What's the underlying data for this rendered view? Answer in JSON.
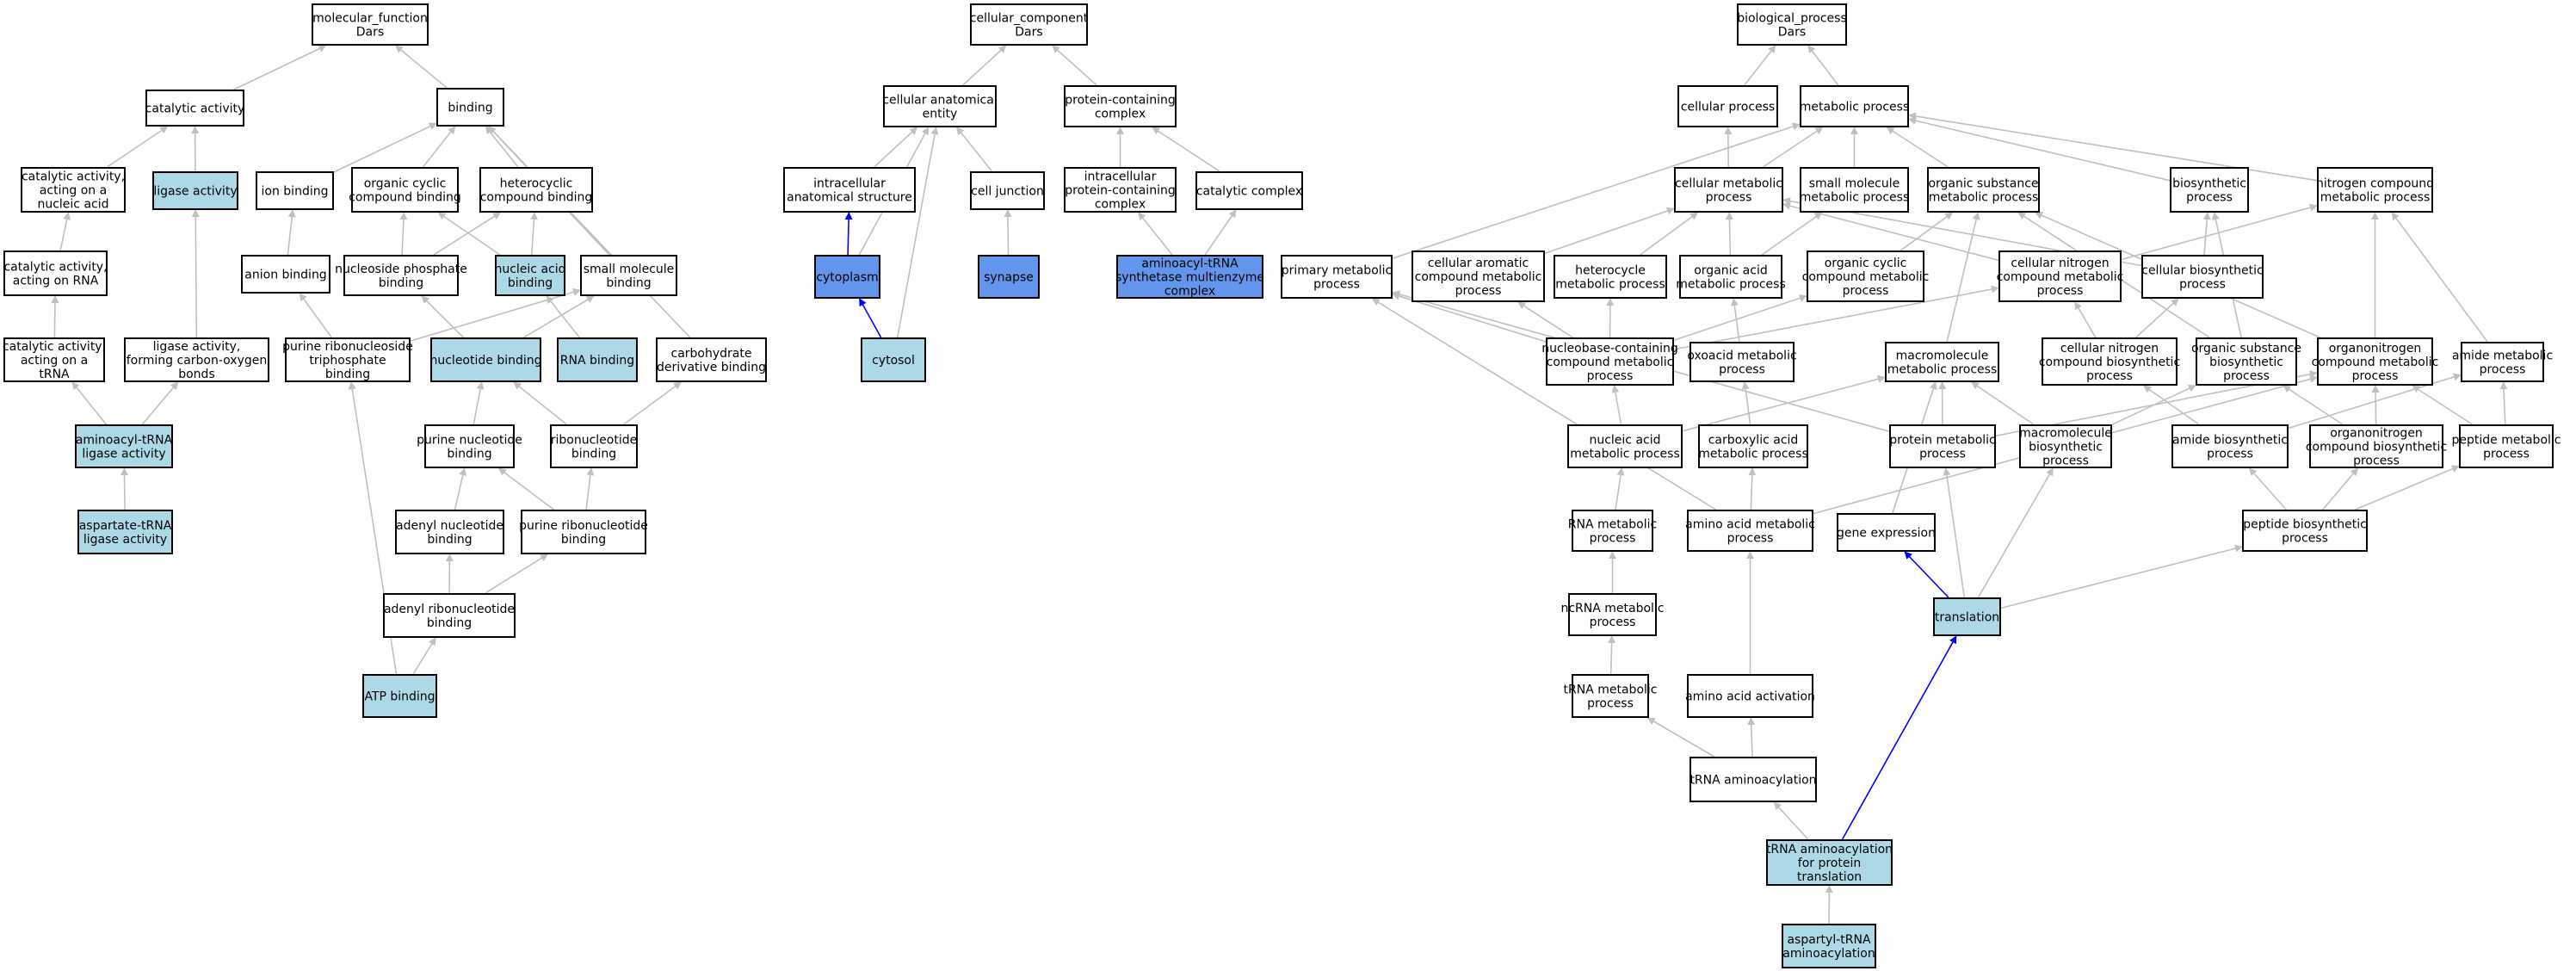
{
  "palette": {
    "plain": "#ffffff",
    "light": "#add8e6",
    "dark": "#6495ed",
    "edge": "#c0c0c0",
    "edge_strong": "#0000ff"
  },
  "nodes": [
    {
      "id": "mf",
      "lines": [
        "molecular_function",
        "Dars"
      ],
      "style": "plain"
    },
    {
      "id": "catalytic",
      "lines": [
        "catalytic activity"
      ],
      "style": "plain"
    },
    {
      "id": "binding",
      "lines": [
        "binding"
      ],
      "style": "plain"
    },
    {
      "id": "cat_nucleic",
      "lines": [
        "catalytic activity,",
        "acting on a",
        "nucleic acid"
      ],
      "style": "plain"
    },
    {
      "id": "ligase",
      "lines": [
        "ligase activity"
      ],
      "style": "light"
    },
    {
      "id": "ion_binding",
      "lines": [
        "ion binding"
      ],
      "style": "plain"
    },
    {
      "id": "organic_cyclic",
      "lines": [
        "organic cyclic",
        "compound binding"
      ],
      "style": "plain"
    },
    {
      "id": "heterocyclic",
      "lines": [
        "heterocyclic",
        "compound binding"
      ],
      "style": "plain"
    },
    {
      "id": "cat_rna",
      "lines": [
        "catalytic activity,",
        "acting on RNA"
      ],
      "style": "plain"
    },
    {
      "id": "anion",
      "lines": [
        "anion binding"
      ],
      "style": "plain"
    },
    {
      "id": "nucleoside_p",
      "lines": [
        "nucleoside phosphate",
        "binding"
      ],
      "style": "plain"
    },
    {
      "id": "nucleic_acid_b",
      "lines": [
        "nucleic acid",
        "binding"
      ],
      "style": "light"
    },
    {
      "id": "small_mol_b",
      "lines": [
        "small molecule",
        "binding"
      ],
      "style": "plain"
    },
    {
      "id": "cat_trna",
      "lines": [
        "catalytic activity,",
        "acting on a",
        "tRNA"
      ],
      "style": "plain"
    },
    {
      "id": "ligase_co",
      "lines": [
        "ligase activity,",
        "forming carbon-oxygen",
        "bonds"
      ],
      "style": "plain"
    },
    {
      "id": "purine_rnt",
      "lines": [
        "purine ribonucleoside",
        "triphosphate",
        "binding"
      ],
      "style": "plain"
    },
    {
      "id": "nucleotide_b",
      "lines": [
        "nucleotide binding"
      ],
      "style": "light"
    },
    {
      "id": "rna_binding",
      "lines": [
        "RNA binding"
      ],
      "style": "light"
    },
    {
      "id": "carb_deriv",
      "lines": [
        "carbohydrate",
        "derivative binding"
      ],
      "style": "plain"
    },
    {
      "id": "aatrna_ligase",
      "lines": [
        "aminoacyl-tRNA",
        "ligase activity"
      ],
      "style": "light"
    },
    {
      "id": "purine_nt",
      "lines": [
        "purine nucleotide",
        "binding"
      ],
      "style": "plain"
    },
    {
      "id": "ribonucleotide",
      "lines": [
        "ribonucleotide",
        "binding"
      ],
      "style": "plain"
    },
    {
      "id": "asp_trna_ligase",
      "lines": [
        "aspartate-tRNA",
        "ligase activity"
      ],
      "style": "light"
    },
    {
      "id": "adenyl_nt",
      "lines": [
        "adenyl nucleotide",
        "binding"
      ],
      "style": "plain"
    },
    {
      "id": "purine_ribo",
      "lines": [
        "purine ribonucleotide",
        "binding"
      ],
      "style": "plain"
    },
    {
      "id": "adenyl_ribo",
      "lines": [
        "adenyl ribonucleotide",
        "binding"
      ],
      "style": "plain"
    },
    {
      "id": "atp",
      "lines": [
        "ATP binding"
      ],
      "style": "light"
    },
    {
      "id": "cc",
      "lines": [
        "cellular_component",
        "Dars"
      ],
      "style": "plain"
    },
    {
      "id": "cae",
      "lines": [
        "cellular anatomical",
        "entity"
      ],
      "style": "plain"
    },
    {
      "id": "pcc",
      "lines": [
        "protein-containing",
        "complex"
      ],
      "style": "plain"
    },
    {
      "id": "ias",
      "lines": [
        "intracellular",
        "anatomical structure"
      ],
      "style": "plain"
    },
    {
      "id": "cell_junction",
      "lines": [
        "cell junction"
      ],
      "style": "plain"
    },
    {
      "id": "ipcc",
      "lines": [
        "intracellular",
        "protein-containing",
        "complex"
      ],
      "style": "plain"
    },
    {
      "id": "cat_complex",
      "lines": [
        "catalytic complex"
      ],
      "style": "plain"
    },
    {
      "id": "cytoplasm",
      "lines": [
        "cytoplasm"
      ],
      "style": "dark"
    },
    {
      "id": "synapse",
      "lines": [
        "synapse"
      ],
      "style": "dark"
    },
    {
      "id": "aats_complex",
      "lines": [
        "aminoacyl-tRNA",
        "synthetase multienzyme",
        "complex"
      ],
      "style": "dark"
    },
    {
      "id": "cytosol",
      "lines": [
        "cytosol"
      ],
      "style": "light"
    },
    {
      "id": "bp",
      "lines": [
        "biological_process",
        "Dars"
      ],
      "style": "plain"
    },
    {
      "id": "cellular_proc",
      "lines": [
        "cellular process"
      ],
      "style": "plain"
    },
    {
      "id": "metabolic",
      "lines": [
        "metabolic process"
      ],
      "style": "plain"
    },
    {
      "id": "cell_metab",
      "lines": [
        "cellular metabolic",
        "process"
      ],
      "style": "plain"
    },
    {
      "id": "small_mol_mp",
      "lines": [
        "small molecule",
        "metabolic process"
      ],
      "style": "plain"
    },
    {
      "id": "org_sub_mp",
      "lines": [
        "organic substance",
        "metabolic process"
      ],
      "style": "plain"
    },
    {
      "id": "biosynthetic",
      "lines": [
        "biosynthetic",
        "process"
      ],
      "style": "plain"
    },
    {
      "id": "nitrogen_cmp",
      "lines": [
        "nitrogen compound",
        "metabolic process"
      ],
      "style": "plain"
    },
    {
      "id": "primary_mp",
      "lines": [
        "primary metabolic",
        "process"
      ],
      "style": "plain"
    },
    {
      "id": "cell_arom",
      "lines": [
        "cellular aromatic",
        "compound metabolic",
        "process"
      ],
      "style": "plain"
    },
    {
      "id": "heterocycle_mp",
      "lines": [
        "heterocycle",
        "metabolic process"
      ],
      "style": "plain"
    },
    {
      "id": "organic_acid",
      "lines": [
        "organic acid",
        "metabolic process"
      ],
      "style": "plain"
    },
    {
      "id": "org_cyclic_mp",
      "lines": [
        "organic cyclic",
        "compound metabolic",
        "process"
      ],
      "style": "plain"
    },
    {
      "id": "cell_nitrogen_mp",
      "lines": [
        "cellular nitrogen",
        "compound metabolic",
        "process"
      ],
      "style": "plain"
    },
    {
      "id": "cell_biosyn",
      "lines": [
        "cellular biosynthetic",
        "process"
      ],
      "style": "plain"
    },
    {
      "id": "nucleobase",
      "lines": [
        "nucleobase-containing",
        "compound metabolic",
        "process"
      ],
      "style": "plain"
    },
    {
      "id": "oxoacid",
      "lines": [
        "oxoacid metabolic",
        "process"
      ],
      "style": "plain"
    },
    {
      "id": "macromolecule_mp",
      "lines": [
        "macromolecule",
        "metabolic process"
      ],
      "style": "plain"
    },
    {
      "id": "cell_nitrogen_bp",
      "lines": [
        "cellular nitrogen",
        "compound biosynthetic",
        "process"
      ],
      "style": "plain"
    },
    {
      "id": "org_sub_bp",
      "lines": [
        "organic substance",
        "biosynthetic",
        "process"
      ],
      "style": "plain"
    },
    {
      "id": "organonitrogen_mp",
      "lines": [
        "organonitrogen",
        "compound metabolic",
        "process"
      ],
      "style": "plain"
    },
    {
      "id": "amide_mp",
      "lines": [
        "amide metabolic",
        "process"
      ],
      "style": "plain"
    },
    {
      "id": "nucleic_acid_mp",
      "lines": [
        "nucleic acid",
        "metabolic process"
      ],
      "style": "plain"
    },
    {
      "id": "carboxylic",
      "lines": [
        "carboxylic acid",
        "metabolic process"
      ],
      "style": "plain"
    },
    {
      "id": "protein_mp",
      "lines": [
        "protein metabolic",
        "process"
      ],
      "style": "plain"
    },
    {
      "id": "macromolecule_bp",
      "lines": [
        "macromolecule",
        "biosynthetic",
        "process"
      ],
      "style": "plain"
    },
    {
      "id": "amide_bp",
      "lines": [
        "amide biosynthetic",
        "process"
      ],
      "style": "plain"
    },
    {
      "id": "organonitrogen_bp",
      "lines": [
        "organonitrogen",
        "compound biosynthetic",
        "process"
      ],
      "style": "plain"
    },
    {
      "id": "peptide_mp",
      "lines": [
        "peptide metabolic",
        "process"
      ],
      "style": "plain"
    },
    {
      "id": "rna_mp",
      "lines": [
        "RNA metabolic",
        "process"
      ],
      "style": "plain"
    },
    {
      "id": "amino_acid_mp",
      "lines": [
        "amino acid metabolic",
        "process"
      ],
      "style": "plain"
    },
    {
      "id": "gene_expr",
      "lines": [
        "gene expression"
      ],
      "style": "plain"
    },
    {
      "id": "peptide_bp",
      "lines": [
        "peptide biosynthetic",
        "process"
      ],
      "style": "plain"
    },
    {
      "id": "ncrna_mp",
      "lines": [
        "ncRNA metabolic",
        "process"
      ],
      "style": "plain"
    },
    {
      "id": "translation",
      "lines": [
        "translation"
      ],
      "style": "light"
    },
    {
      "id": "trna_mp",
      "lines": [
        "tRNA metabolic",
        "process"
      ],
      "style": "plain"
    },
    {
      "id": "aa_activation",
      "lines": [
        "amino acid activation"
      ],
      "style": "plain"
    },
    {
      "id": "trna_aminoacyl",
      "lines": [
        "tRNA aminoacylation"
      ],
      "style": "plain"
    },
    {
      "id": "trna_aminoacyl_pt",
      "lines": [
        "tRNA aminoacylation",
        "for protein",
        "translation"
      ],
      "style": "light"
    },
    {
      "id": "aspartyl",
      "lines": [
        "aspartyl-tRNA",
        "aminoacylation"
      ],
      "style": "light"
    }
  ],
  "edges": [
    [
      "catalytic",
      "mf",
      "grey"
    ],
    [
      "binding",
      "mf",
      "grey"
    ],
    [
      "cat_nucleic",
      "catalytic",
      "grey"
    ],
    [
      "ligase",
      "catalytic",
      "grey"
    ],
    [
      "ion_binding",
      "binding",
      "grey"
    ],
    [
      "organic_cyclic",
      "binding",
      "grey"
    ],
    [
      "heterocyclic",
      "binding",
      "grey"
    ],
    [
      "cat_rna",
      "cat_nucleic",
      "grey"
    ],
    [
      "anion",
      "ion_binding",
      "grey"
    ],
    [
      "nucleoside_p",
      "organic_cyclic",
      "grey"
    ],
    [
      "nucleoside_p",
      "heterocyclic",
      "grey"
    ],
    [
      "nucleic_acid_b",
      "organic_cyclic",
      "grey"
    ],
    [
      "nucleic_acid_b",
      "heterocyclic",
      "grey"
    ],
    [
      "small_mol_b",
      "binding",
      "grey"
    ],
    [
      "cat_trna",
      "cat_rna",
      "grey"
    ],
    [
      "ligase_co",
      "ligase",
      "grey"
    ],
    [
      "purine_rnt",
      "anion",
      "grey"
    ],
    [
      "purine_rnt",
      "small_mol_b",
      "grey"
    ],
    [
      "nucleotide_b",
      "nucleoside_p",
      "grey"
    ],
    [
      "nucleotide_b",
      "small_mol_b",
      "grey"
    ],
    [
      "rna_binding",
      "nucleic_acid_b",
      "grey"
    ],
    [
      "carb_deriv",
      "binding",
      "grey"
    ],
    [
      "aatrna_ligase",
      "cat_trna",
      "grey"
    ],
    [
      "aatrna_ligase",
      "ligase_co",
      "grey"
    ],
    [
      "purine_nt",
      "nucleotide_b",
      "grey"
    ],
    [
      "ribonucleotide",
      "nucleotide_b",
      "grey"
    ],
    [
      "ribonucleotide",
      "carb_deriv",
      "grey"
    ],
    [
      "asp_trna_ligase",
      "aatrna_ligase",
      "grey"
    ],
    [
      "adenyl_nt",
      "purine_nt",
      "grey"
    ],
    [
      "purine_ribo",
      "purine_nt",
      "grey"
    ],
    [
      "purine_ribo",
      "ribonucleotide",
      "grey"
    ],
    [
      "adenyl_ribo",
      "adenyl_nt",
      "grey"
    ],
    [
      "adenyl_ribo",
      "purine_ribo",
      "grey"
    ],
    [
      "atp",
      "adenyl_ribo",
      "grey"
    ],
    [
      "atp",
      "purine_rnt",
      "grey"
    ],
    [
      "cae",
      "cc",
      "grey"
    ],
    [
      "pcc",
      "cc",
      "grey"
    ],
    [
      "ias",
      "cae",
      "grey"
    ],
    [
      "cell_junction",
      "cae",
      "grey"
    ],
    [
      "ipcc",
      "pcc",
      "grey"
    ],
    [
      "cat_complex",
      "pcc",
      "grey"
    ],
    [
      "cytoplasm",
      "ias",
      "blue"
    ],
    [
      "cytoplasm",
      "cae",
      "grey"
    ],
    [
      "synapse",
      "cell_junction",
      "grey"
    ],
    [
      "aats_complex",
      "ipcc",
      "grey"
    ],
    [
      "aats_complex",
      "cat_complex",
      "grey"
    ],
    [
      "cytosol",
      "cytoplasm",
      "blue"
    ],
    [
      "cytosol",
      "cae",
      "grey"
    ],
    [
      "cellular_proc",
      "bp",
      "grey"
    ],
    [
      "metabolic",
      "bp",
      "grey"
    ],
    [
      "cell_metab",
      "cellular_proc",
      "grey"
    ],
    [
      "cell_metab",
      "metabolic",
      "grey"
    ],
    [
      "small_mol_mp",
      "metabolic",
      "grey"
    ],
    [
      "org_sub_mp",
      "metabolic",
      "grey"
    ],
    [
      "biosynthetic",
      "metabolic",
      "grey"
    ],
    [
      "nitrogen_cmp",
      "metabolic",
      "grey"
    ],
    [
      "primary_mp",
      "metabolic",
      "grey"
    ],
    [
      "cell_arom",
      "cell_metab",
      "grey"
    ],
    [
      "heterocycle_mp",
      "cell_metab",
      "grey"
    ],
    [
      "organic_acid",
      "cell_metab",
      "grey"
    ],
    [
      "organic_acid",
      "small_mol_mp",
      "grey"
    ],
    [
      "org_cyclic_mp",
      "org_sub_mp",
      "grey"
    ],
    [
      "cell_nitrogen_mp",
      "cell_metab",
      "grey"
    ],
    [
      "cell_nitrogen_mp",
      "nitrogen_cmp",
      "grey"
    ],
    [
      "cell_biosyn",
      "biosynthetic",
      "grey"
    ],
    [
      "cell_biosyn",
      "cell_metab",
      "grey"
    ],
    [
      "nucleobase",
      "cell_arom",
      "grey"
    ],
    [
      "nucleobase",
      "heterocycle_mp",
      "grey"
    ],
    [
      "nucleobase",
      "org_cyclic_mp",
      "grey"
    ],
    [
      "nucleobase",
      "cell_nitrogen_mp",
      "grey"
    ],
    [
      "nucleobase",
      "primary_mp",
      "grey"
    ],
    [
      "oxoacid",
      "organic_acid",
      "grey"
    ],
    [
      "macromolecule_mp",
      "org_sub_mp",
      "grey"
    ],
    [
      "cell_nitrogen_bp",
      "cell_nitrogen_mp",
      "grey"
    ],
    [
      "cell_nitrogen_bp",
      "cell_biosyn",
      "grey"
    ],
    [
      "org_sub_bp",
      "org_sub_mp",
      "grey"
    ],
    [
      "org_sub_bp",
      "biosynthetic",
      "grey"
    ],
    [
      "organonitrogen_mp",
      "org_sub_mp",
      "grey"
    ],
    [
      "organonitrogen_mp",
      "nitrogen_cmp",
      "grey"
    ],
    [
      "amide_mp",
      "nitrogen_cmp",
      "grey"
    ],
    [
      "nucleic_acid_mp",
      "nucleobase",
      "grey"
    ],
    [
      "nucleic_acid_mp",
      "macromolecule_mp",
      "grey"
    ],
    [
      "carboxylic",
      "oxoacid",
      "grey"
    ],
    [
      "protein_mp",
      "macromolecule_mp",
      "grey"
    ],
    [
      "protein_mp",
      "organonitrogen_mp",
      "grey"
    ],
    [
      "protein_mp",
      "primary_mp",
      "grey"
    ],
    [
      "macromolecule_bp",
      "macromolecule_mp",
      "grey"
    ],
    [
      "macromolecule_bp",
      "org_sub_bp",
      "grey"
    ],
    [
      "amide_bp",
      "amide_mp",
      "grey"
    ],
    [
      "amide_bp",
      "cell_nitrogen_bp",
      "grey"
    ],
    [
      "organonitrogen_bp",
      "organonitrogen_mp",
      "grey"
    ],
    [
      "organonitrogen_bp",
      "org_sub_bp",
      "grey"
    ],
    [
      "peptide_mp",
      "amide_mp",
      "grey"
    ],
    [
      "peptide_mp",
      "organonitrogen_mp",
      "grey"
    ],
    [
      "rna_mp",
      "nucleic_acid_mp",
      "grey"
    ],
    [
      "amino_acid_mp",
      "carboxylic",
      "grey"
    ],
    [
      "amino_acid_mp",
      "organonitrogen_mp",
      "grey"
    ],
    [
      "amino_acid_mp",
      "primary_mp",
      "grey"
    ],
    [
      "gene_expr",
      "macromolecule_mp",
      "grey"
    ],
    [
      "peptide_bp",
      "peptide_mp",
      "grey"
    ],
    [
      "peptide_bp",
      "amide_bp",
      "grey"
    ],
    [
      "peptide_bp",
      "organonitrogen_bp",
      "grey"
    ],
    [
      "ncrna_mp",
      "rna_mp",
      "grey"
    ],
    [
      "translation",
      "gene_expr",
      "blue"
    ],
    [
      "translation",
      "protein_mp",
      "grey"
    ],
    [
      "translation",
      "macromolecule_bp",
      "grey"
    ],
    [
      "translation",
      "peptide_bp",
      "grey"
    ],
    [
      "trna_mp",
      "ncrna_mp",
      "grey"
    ],
    [
      "aa_activation",
      "amino_acid_mp",
      "grey"
    ],
    [
      "trna_aminoacyl",
      "trna_mp",
      "grey"
    ],
    [
      "trna_aminoacyl",
      "aa_activation",
      "grey"
    ],
    [
      "trna_aminoacyl_pt",
      "trna_aminoacyl",
      "grey"
    ],
    [
      "trna_aminoacyl_pt",
      "translation",
      "blue"
    ],
    [
      "aspartyl",
      "trna_aminoacyl_pt",
      "grey"
    ]
  ]
}
